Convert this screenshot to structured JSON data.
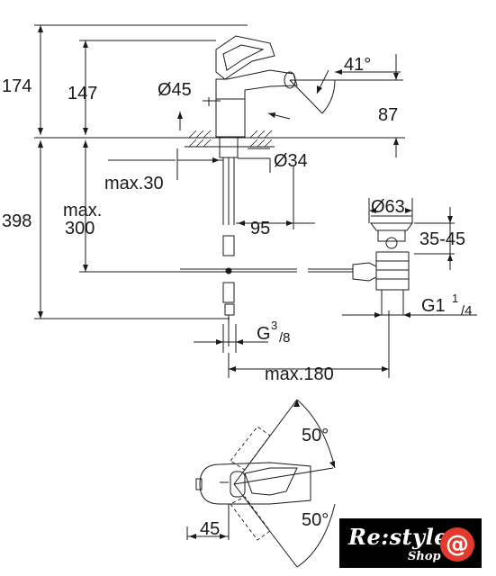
{
  "dimensions": {
    "d174": "174",
    "d147": "147",
    "d398": "398",
    "max300_line1": "max.",
    "max300_line2": "300",
    "dia45": "Ø45",
    "angle41": "41°",
    "d87": "87",
    "dia34": "Ø34",
    "max30": "max.30",
    "d95": "95",
    "dia63": "Ø63",
    "d35_45": "35-45",
    "g1": "G1",
    "g1_num": "1",
    "g1_den": "/4",
    "g38": "G",
    "g38_num": "3",
    "g38_den": "/8",
    "max180": "max.180",
    "angle50_top": "50°",
    "angle50_bottom": "50°",
    "d45": "45"
  },
  "logo": {
    "title": "Re:style",
    "subtitle": "Shop",
    "badge": "@",
    "badge_color": "#e23a2c"
  },
  "colors": {
    "line": "#1a1a1a",
    "background": "#ffffff"
  }
}
